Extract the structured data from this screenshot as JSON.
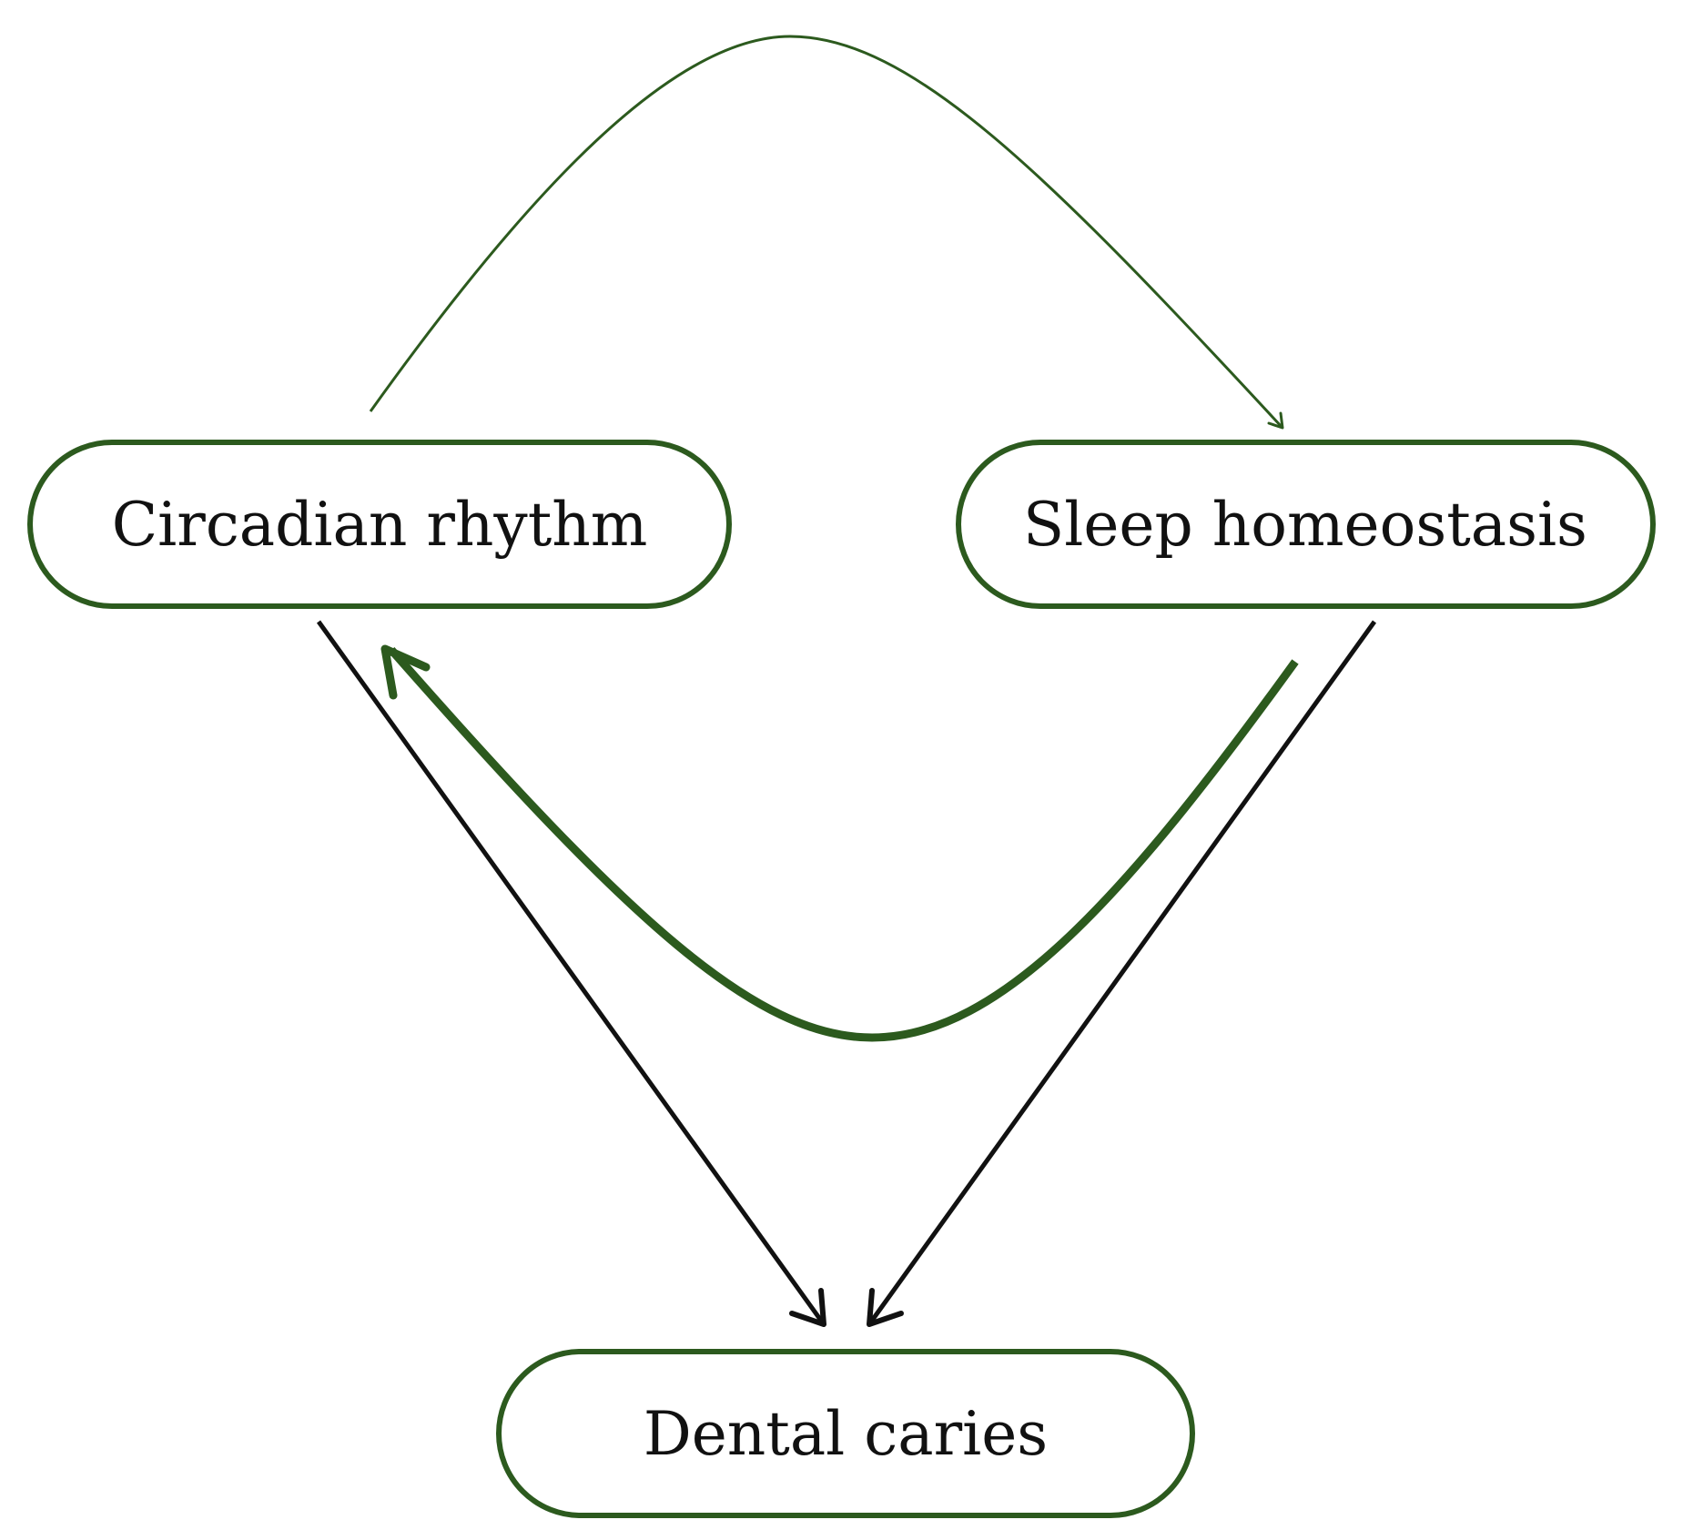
{
  "colors": {
    "green": "#2c5a1e",
    "black": "#111111",
    "background": "#ffffff"
  },
  "nodes": {
    "circadian_rhythm": "Circadian rhythm",
    "sleep_homeostasis": "Sleep homeostasis",
    "dental_caries": "Dental caries"
  },
  "edges": [
    {
      "from": "circadian_rhythm",
      "to": "sleep_homeostasis",
      "color": "green",
      "weight": "thin"
    },
    {
      "from": "sleep_homeostasis",
      "to": "circadian_rhythm",
      "color": "green",
      "weight": "thick"
    },
    {
      "from": "circadian_rhythm",
      "to": "dental_caries",
      "color": "black",
      "weight": "medium"
    },
    {
      "from": "sleep_homeostasis",
      "to": "dental_caries",
      "color": "black",
      "weight": "medium"
    }
  ]
}
